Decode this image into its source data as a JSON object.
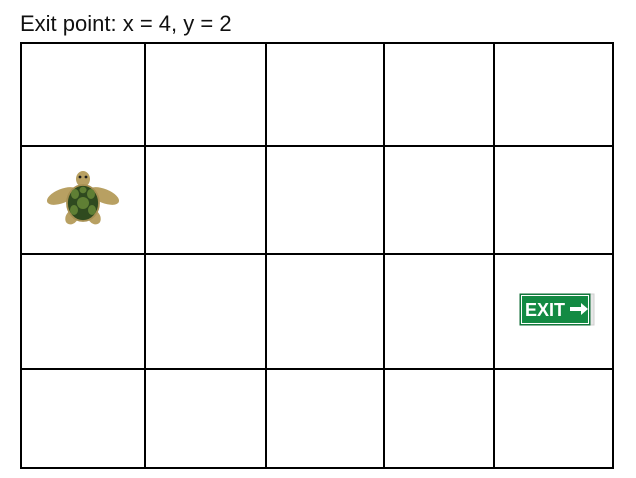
{
  "title": "Exit point: x = 4, y = 2",
  "grid": {
    "columns": 5,
    "rows": 4,
    "line_color": "#000000",
    "background_color": "#ffffff"
  },
  "turtle": {
    "icon": "turtle-icon",
    "x": 0,
    "y": 1,
    "colors": {
      "shell": "#2f4a1f",
      "shell_pattern": "#5f7f34",
      "skin": "#b8a062"
    }
  },
  "exit_sign": {
    "icon": "exit-sign-icon",
    "label": "EXIT",
    "x": 4,
    "y": 2,
    "colors": {
      "sign_green": "#138a43",
      "text": "#ffffff"
    }
  }
}
